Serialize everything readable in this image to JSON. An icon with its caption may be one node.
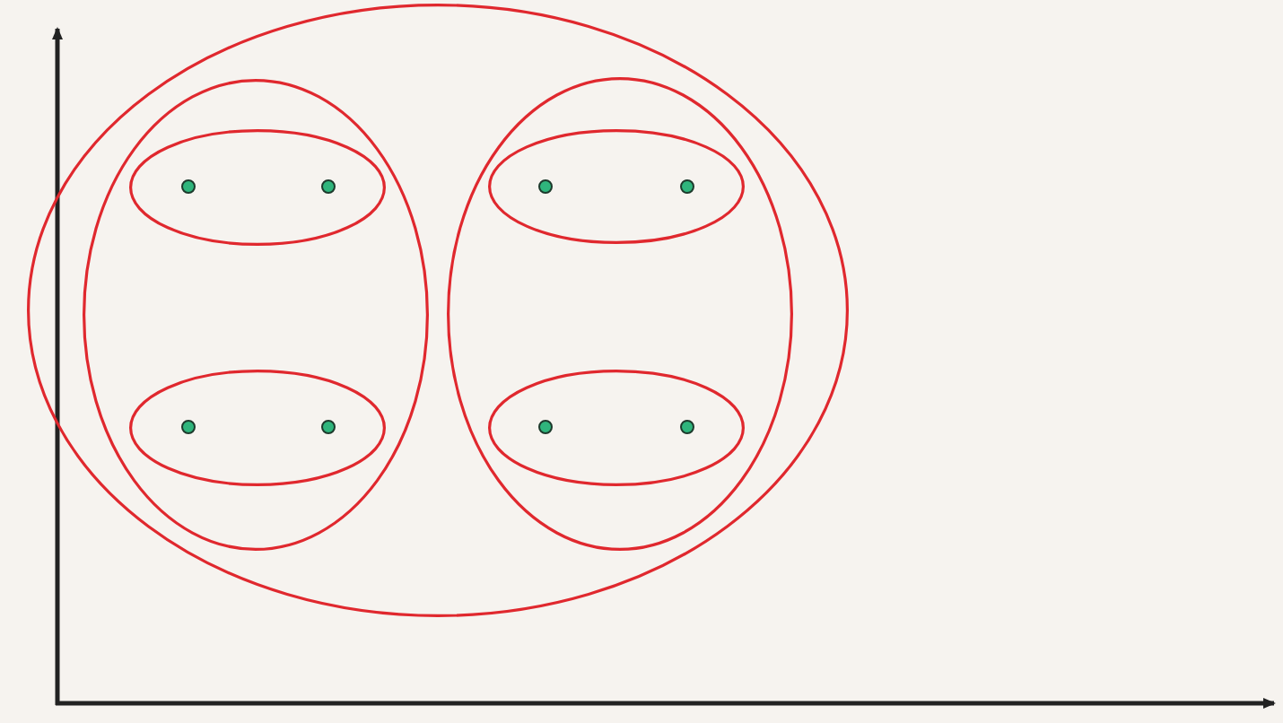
{
  "diagram": {
    "nodes": [
      {
        "text": [],
        "shape": "ellipse"
      },
      {
        "text": [],
        "shape": "ellipse",
        "in": 0
      },
      {
        "text": [],
        "shape": "ellipse",
        "in": 1
      },
      {
        "text": [],
        "shape": "ellipse",
        "in": 1
      },
      {
        "text": [],
        "shape": "ellipse",
        "in": 0
      },
      {
        "text": [],
        "shape": "ellipse",
        "in": 4
      },
      {
        "text": [],
        "shape": "ellipse",
        "in": 4
      },
      {
        "text": [],
        "shape": "circle",
        "in": 2
      },
      {
        "text": [],
        "shape": "circle",
        "in": 2
      },
      {
        "text": [],
        "shape": "circle",
        "in": 3
      },
      {
        "text": [],
        "shape": "circle",
        "in": 3
      },
      {
        "text": [],
        "shape": "circle",
        "in": 5
      },
      {
        "text": [],
        "shape": "circle",
        "in": 5
      },
      {
        "text": [],
        "shape": "circle",
        "in": 6
      },
      {
        "text": [],
        "shape": "circle",
        "in": 6
      }
    ],
    "edges": []
  }
}
